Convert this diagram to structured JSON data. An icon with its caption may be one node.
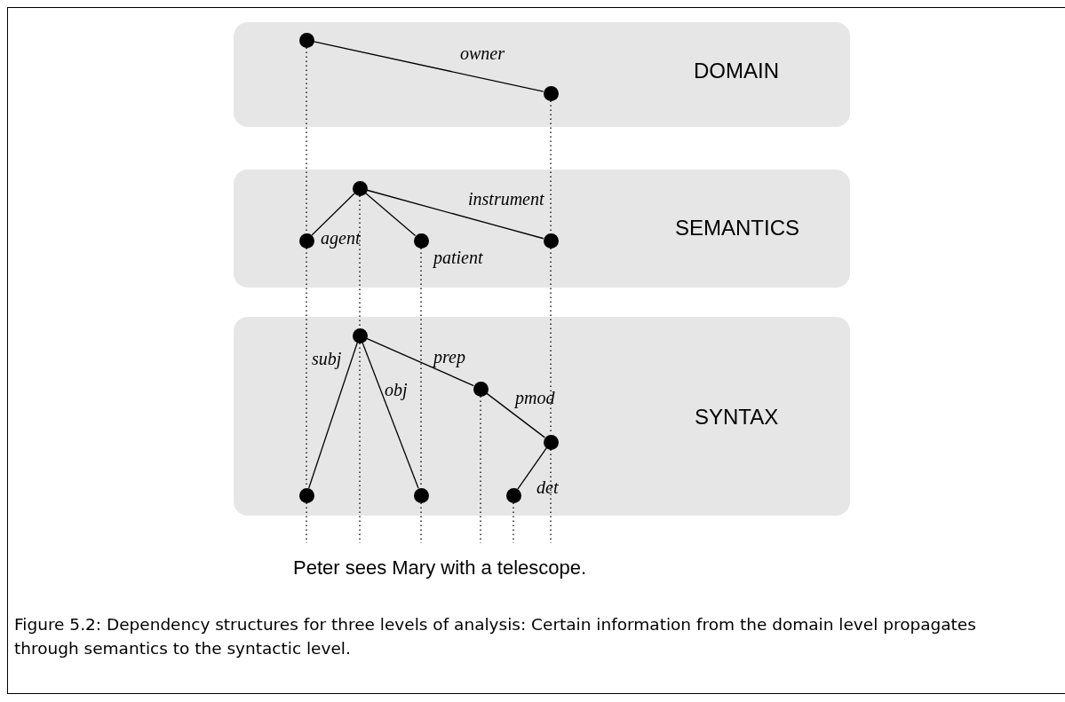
{
  "diagram": {
    "caption": "Figure 5.2: Dependency structures for three levels of analysis: Certain information from the domain level propagates through semantics to the syntactic level.",
    "nodes": [
      {
        "text": [
          "DOMAIN"
        ]
      },
      {
        "text": [],
        "shape": "circle",
        "in": 0
      },
      {
        "text": [],
        "shape": "circle",
        "in": 0
      },
      {
        "text": [
          "SEMANTICS"
        ]
      },
      {
        "text": [],
        "shape": "circle",
        "in": 3
      },
      {
        "text": [],
        "shape": "circle",
        "in": 3
      },
      {
        "text": [],
        "shape": "circle",
        "in": 3
      },
      {
        "text": [],
        "shape": "circle",
        "in": 3
      },
      {
        "text": [
          "SYNTAX"
        ]
      },
      {
        "text": [],
        "shape": "circle",
        "in": 8
      },
      {
        "text": [],
        "shape": "circle",
        "in": 8
      },
      {
        "text": [],
        "shape": "circle",
        "in": 8
      },
      {
        "text": [],
        "shape": "circle",
        "in": 8
      },
      {
        "text": [],
        "shape": "circle",
        "in": 8
      },
      {
        "text": [],
        "shape": "circle",
        "in": 8
      }
    ],
    "edges": [
      {
        "from": 1,
        "to": 2,
        "arrow": "none",
        "label": "owner"
      },
      {
        "from": 4,
        "to": 5,
        "arrow": "none",
        "label": "agent"
      },
      {
        "from": 4,
        "to": 6,
        "arrow": "none",
        "label": "patient"
      },
      {
        "from": 4,
        "to": 7,
        "arrow": "none",
        "label": "instrument"
      },
      {
        "from": 9,
        "to": 12,
        "arrow": "none",
        "label": "subj"
      },
      {
        "from": 9,
        "to": 13,
        "arrow": "none",
        "label": "obj"
      },
      {
        "from": 9,
        "to": 10,
        "arrow": "none",
        "label": "prep"
      },
      {
        "from": 10,
        "to": 11,
        "arrow": "none",
        "label": "pmod"
      },
      {
        "from": 11,
        "to": 14,
        "arrow": "none",
        "label": "det"
      },
      {
        "from": 1,
        "to": 5,
        "arrow": "none",
        "style": "dashed"
      },
      {
        "from": 5,
        "to": 12,
        "arrow": "none",
        "style": "dashed"
      },
      {
        "from": 12,
        "to": null,
        "arrow": "none",
        "style": "dashed"
      },
      {
        "from": 4,
        "to": 9,
        "arrow": "none",
        "style": "dashed"
      },
      {
        "from": 9,
        "to": null,
        "arrow": "none",
        "style": "dashed"
      },
      {
        "from": 6,
        "to": 13,
        "arrow": "none",
        "style": "dashed"
      },
      {
        "from": 13,
        "to": null,
        "arrow": "none",
        "style": "dashed"
      },
      {
        "from": 10,
        "to": null,
        "arrow": "none",
        "style": "dashed"
      },
      {
        "from": 14,
        "to": null,
        "arrow": "none",
        "style": "dashed"
      },
      {
        "from": 2,
        "to": 7,
        "arrow": "none",
        "style": "dashed"
      },
      {
        "from": 7,
        "to": 11,
        "arrow": "none",
        "style": "dashed"
      },
      {
        "from": 11,
        "to": null,
        "arrow": "none",
        "style": "dashed"
      }
    ],
    "labels": [
      "Peter sees Mary with a telescope."
    ]
  }
}
